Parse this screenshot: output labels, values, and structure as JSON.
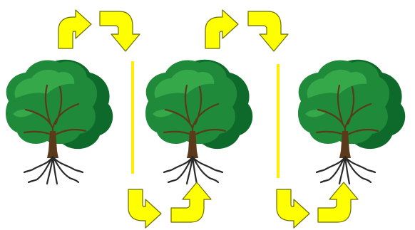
{
  "diagram": {
    "trees": [
      {
        "name": "tree-1"
      },
      {
        "name": "tree-2"
      },
      {
        "name": "tree-3"
      }
    ],
    "arrows": {
      "top": [
        "curve-up-right",
        "curve-right-down",
        "curve-up-right",
        "curve-right-down"
      ],
      "bottom": [
        "curve-down-right",
        "curve-right-up",
        "curve-down-right",
        "curve-right-up"
      ]
    },
    "colors": {
      "arrow_fill": "#ffff00",
      "arrow_stroke": "#6b6b00",
      "separator": "#ffee00",
      "foliage_dark": "#0e6a2a",
      "foliage_mid": "#1f8a3a",
      "foliage_light": "#35a84a",
      "trunk": "#5a3a1a",
      "roots": "#2a2a2a"
    }
  }
}
